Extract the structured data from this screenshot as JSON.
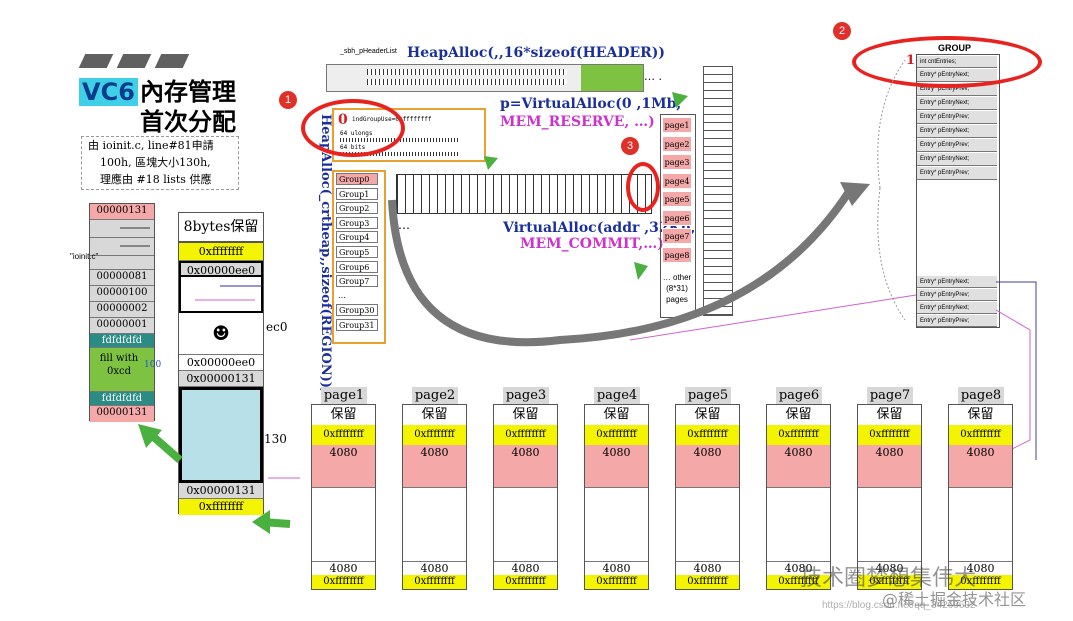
{
  "title": {
    "vc6": "VC6",
    "line1": "內存管理",
    "line2": "首次分配"
  },
  "note": {
    "l1": "由 ioinit.c, line#81申請",
    "l2": "100h, 區塊大小130h,",
    "l3": "理應由 #18 lists 供應"
  },
  "left_block": {
    "cells": [
      "00000131",
      "",
      "",
      "",
      "00000081",
      "00000100",
      "00000002",
      "00000001",
      "fdfdfdfd",
      "fill with 0xcd",
      "fdfdfdfd",
      "00000131"
    ],
    "file_label": "\"ioinit.c\"",
    "fill_size": "100"
  },
  "mem_block": {
    "header": "8bytes保留",
    "top": "0xffffffff",
    "addr1": "0x00000ee0",
    "addr2": "0x00000ee0",
    "size_top": "0x00000131",
    "size_bottom": "0x00000131",
    "bottom": "0xffffffff",
    "ec0": "ec0",
    "n130": "130"
  },
  "heap": {
    "sbh": "_sbh_pHeaderList",
    "alloc1": "HeapAlloc(,,16*sizeof(HEADER))",
    "alloc2": "p=VirtualAlloc(0 ,1Mb,",
    "alloc2b": "MEM_RESERVE, …)",
    "alloc3": "HeapAlloc(_crtheap,,sizeof(REGION));",
    "alloc4": "VirtualAlloc(addr ,32Kb,",
    "alloc4b": "MEM_COMMIT,…)",
    "dots1": "… .",
    "dots2": "…",
    "zero": "0",
    "header_small1": "64 ulongs",
    "header_small2": "64 bits",
    "header_small3": "indGroupUse=0xffffffff",
    "groups": [
      "Group0",
      "Group1",
      "Group2",
      "Group3",
      "Group4",
      "Group5",
      "Group6",
      "Group7",
      "…",
      "Group30",
      "Group31"
    ],
    "pages": [
      "page1",
      "page2",
      "page3",
      "page4",
      "page5",
      "page6",
      "page7",
      "page8"
    ],
    "other": "… other (8*31) pages"
  },
  "group": {
    "title": "GROUP",
    "first": "int cntEntries;",
    "entries": [
      "Entry* pEntryNext;",
      "Entry* pEntryPrev;",
      "Entry* pEntryNext;",
      "Entry* pEntryPrev;",
      "Entry* pEntryNext;",
      "Entry* pEntryPrev;",
      "Entry* pEntryNext;",
      "Entry* pEntryPrev;"
    ],
    "bottom_entries": [
      "Entry* pEntryNext;",
      "Entry* pEntryPrev;",
      "Entry* pEntryNext;",
      "Entry* pEntryPrev;"
    ]
  },
  "badges": {
    "b1": "1",
    "b2": "2",
    "b3": "3",
    "ring2_num": "1"
  },
  "page_row": {
    "labels": [
      "page1",
      "page2",
      "page3",
      "page4",
      "page5",
      "page6",
      "page7",
      "page8"
    ],
    "reserve": "保留",
    "ff": "0xffffffff",
    "size": "4080",
    "bottom_size": "4080",
    "bottom_ff": "0xffffffff"
  },
  "watermark": {
    "w1": "技术圈梦想集伟大",
    "w2": "@稀土掘金技术社区",
    "w3": "https://blog.csdn.net/qq_34269632"
  }
}
